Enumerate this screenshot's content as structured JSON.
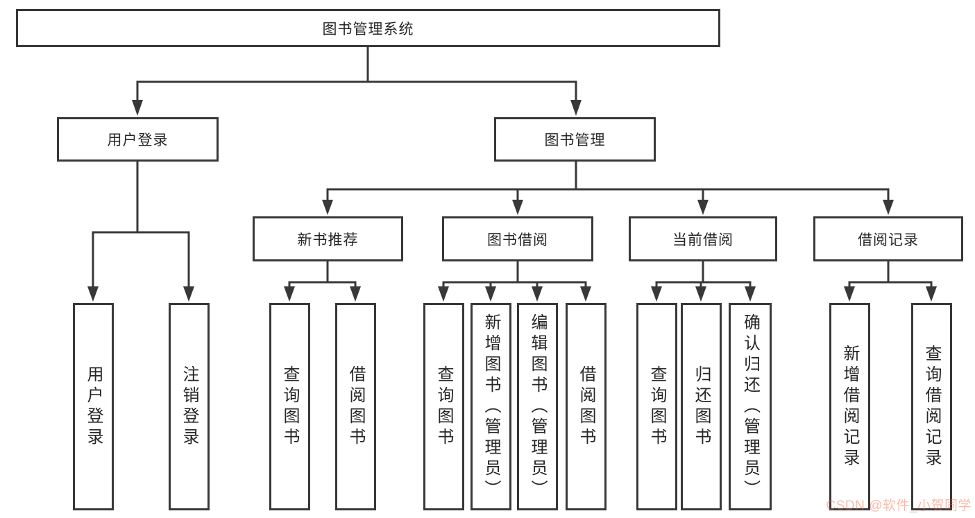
{
  "diagram": {
    "root": {
      "label": "图书管理系统"
    },
    "branches": [
      {
        "label": "用户登录",
        "children": [
          {
            "label": "用户登录"
          },
          {
            "label": "注销登录"
          }
        ]
      },
      {
        "label": "图书管理",
        "sections": [
          {
            "label": "新书推荐",
            "children": [
              {
                "label": "查询图书"
              },
              {
                "label": "借阅图书"
              }
            ]
          },
          {
            "label": "图书借阅",
            "children": [
              {
                "label": "查询图书"
              },
              {
                "label": "新增图书（管理员）"
              },
              {
                "label": "编辑图书（管理员）"
              },
              {
                "label": "借阅图书"
              }
            ]
          },
          {
            "label": "当前借阅",
            "children": [
              {
                "label": "查询图书"
              },
              {
                "label": "归还图书"
              },
              {
                "label": "确认归还（管理员）"
              }
            ]
          },
          {
            "label": "借阅记录",
            "children": [
              {
                "label": "新增借阅记录"
              },
              {
                "label": "查询借阅记录"
              }
            ]
          }
        ]
      }
    ]
  },
  "style": {
    "line_color": "#383838",
    "box_background": "#ffffff"
  },
  "watermark": {
    "text": "CSDN @软件_小贺同学",
    "color": "#fc5531"
  }
}
